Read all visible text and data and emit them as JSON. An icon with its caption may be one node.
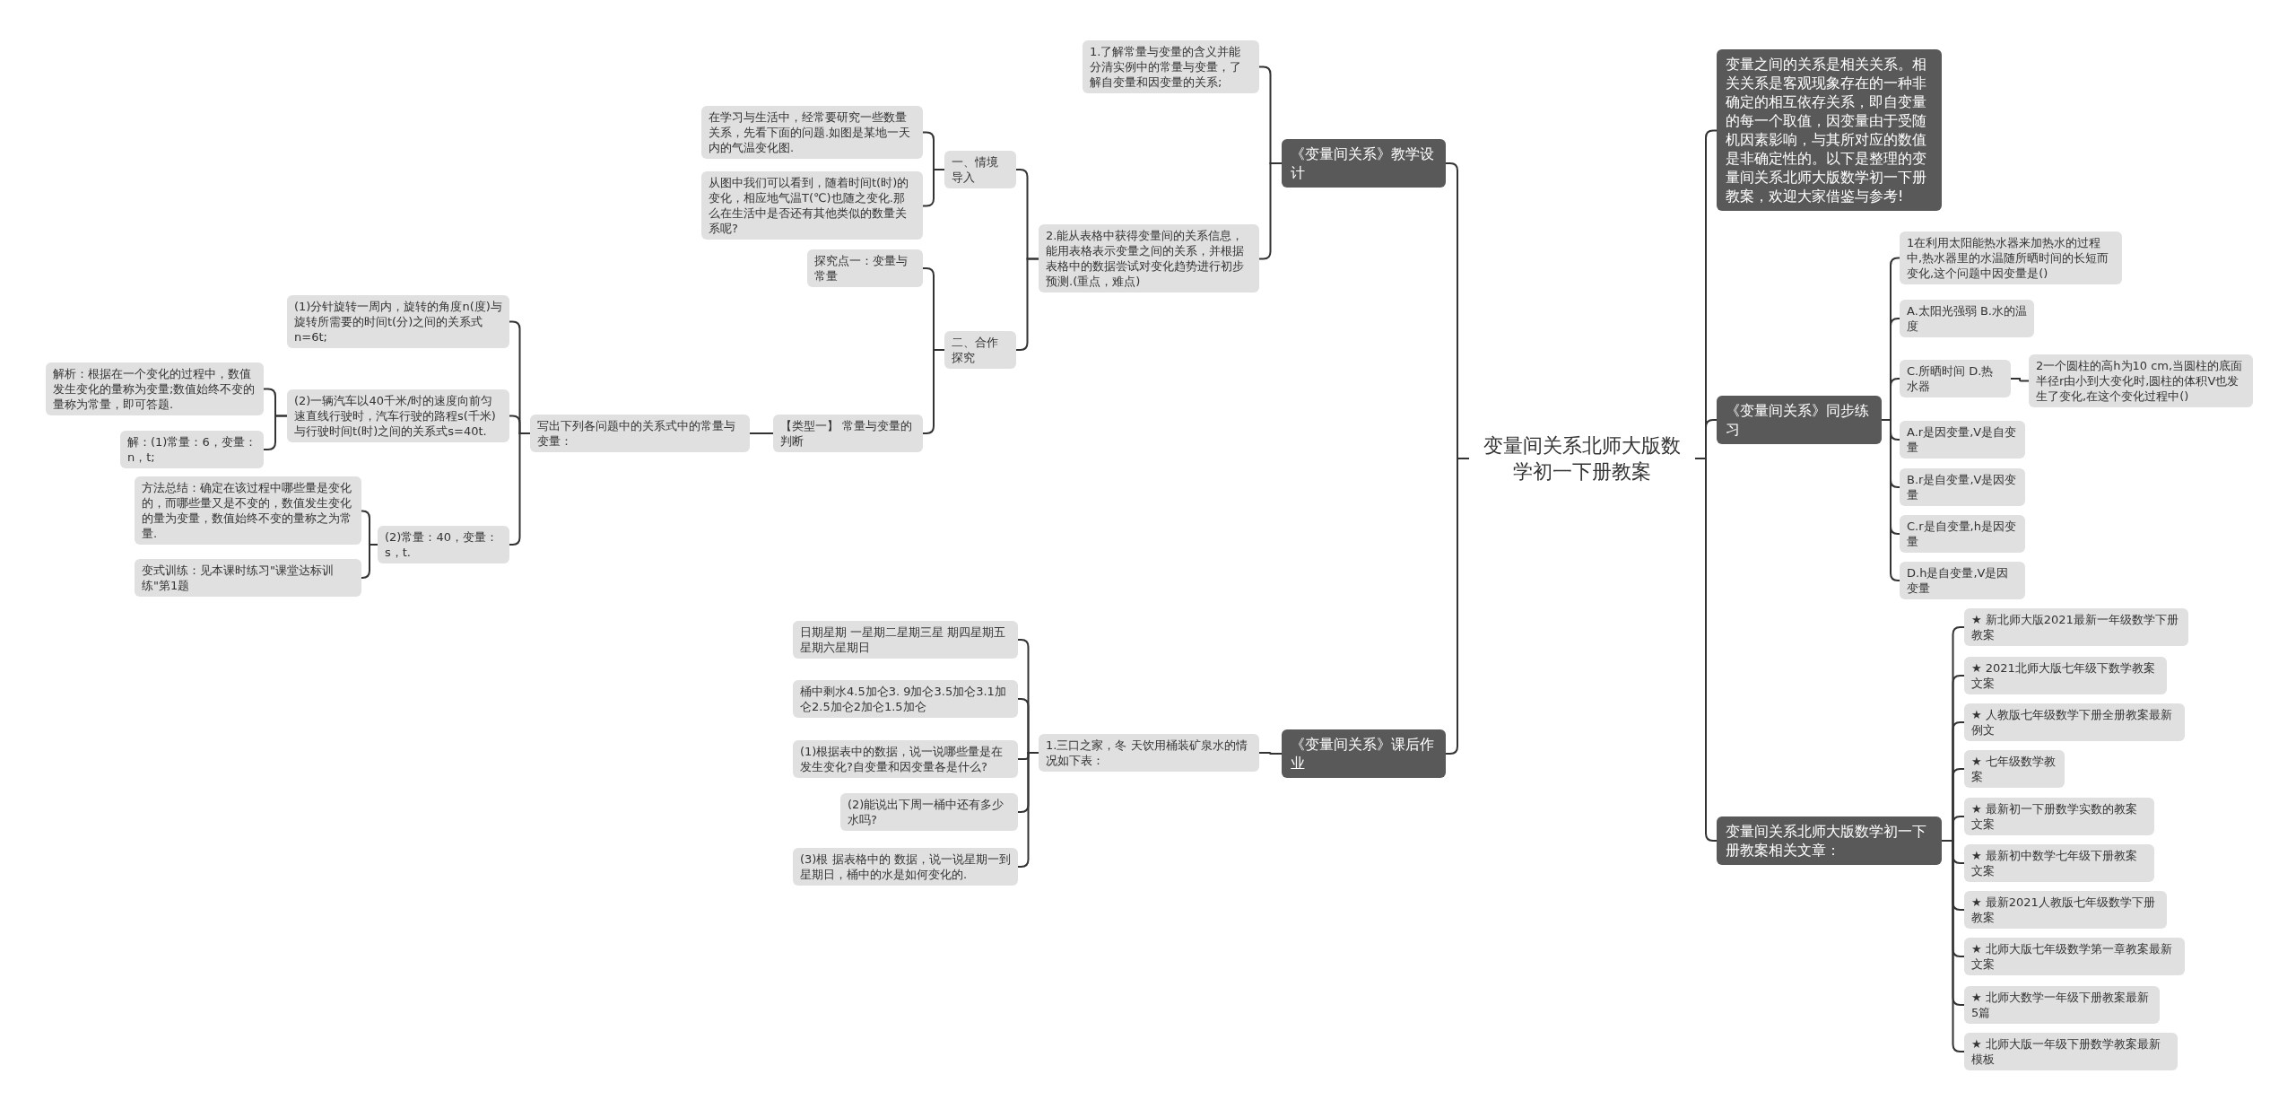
{
  "diagram": {
    "nodes": [
      {
        "text": [
          "变量间关系北师大版数学初一下册教案"
        ]
      },
      {
        "text": [
          "变量之间的关系是相关关系。相关关系是客观现象存在的一种非确定的相互依存关系，即自变量的每一个取值，因变量由于受随机因素影响，与其所对应的数值是非确定性的。以下是整理的变量间关系北师大版数学初一下册教案，欢迎大家借鉴与参考!"
        ]
      },
      {
        "text": [
          "《变量间关系》同步练习"
        ]
      },
      {
        "text": [
          "1在利用太阳能热水器来加热水的过程中,热水器里的水温随所晒时间的长短而变化,这个问题中因变量是()"
        ]
      },
      {
        "text": [
          "A.太阳光强弱 B.水的温度"
        ]
      },
      {
        "text": [
          "C.所晒时间 D.热水器"
        ]
      },
      {
        "text": [
          "2一个圆柱的高h为10 cm,当圆柱的底面半径r由小到大变化时,圆柱的体积V也发生了变化,在这个变化过程中()"
        ]
      },
      {
        "text": [
          "A.r是因变量,V是自变量"
        ]
      },
      {
        "text": [
          "B.r是自变量,V是因变量"
        ]
      },
      {
        "text": [
          "C.r是自变量,h是因变量"
        ]
      },
      {
        "text": [
          "D.h是自变量,V是因变量"
        ]
      },
      {
        "text": [
          "变量间关系北师大版数学初一下册教案相关文章："
        ]
      },
      {
        "text": [
          "★ 新北师大版2021最新一年级数学下册教案"
        ]
      },
      {
        "text": [
          "★ 2021北师大版七年级下数学教案文案"
        ]
      },
      {
        "text": [
          "★ 人教版七年级数学下册全册教案最新例文"
        ]
      },
      {
        "text": [
          "★ 七年级数学教案"
        ]
      },
      {
        "text": [
          "★ 最新初一下册数学实数的教案文案"
        ]
      },
      {
        "text": [
          "★ 最新初中数学七年级下册教案文案"
        ]
      },
      {
        "text": [
          "★ 最新2021人教版七年级数学下册教案"
        ]
      },
      {
        "text": [
          "★ 北师大版七年级数学第一章教案最新文案"
        ]
      },
      {
        "text": [
          "★ 北师大数学一年级下册教案最新5篇"
        ]
      },
      {
        "text": [
          "★ 北师大版一年级下册数学教案最新模板"
        ]
      },
      {
        "text": [
          "《变量间关系》教学设计"
        ]
      },
      {
        "text": [
          "1.了解常量与变量的含义并能分清实例中的常量与变量，了解自变量和因变量的关系;"
        ]
      },
      {
        "text": [
          "2.能从表格中获得变量间的关系信息，能用表格表示变量之间的关系，并根据表格中的数据尝试对变化趋势进行初步预测.(重点，难点)"
        ]
      },
      {
        "text": [
          "一、情境导入"
        ]
      },
      {
        "text": [
          "在学习与生活中，经常要研究一些数量关系，先看下面的问题.如图是某地一天内的气温变化图."
        ]
      },
      {
        "text": [
          "从图中我们可以看到，随着时间t(时)的变化，相应地气温T(℃)也随之变化.那么在生活中是否还有其他类似的数量关系呢?"
        ]
      },
      {
        "text": [
          "二、合作探究"
        ]
      },
      {
        "text": [
          "探究点一：变量与常量"
        ]
      },
      {
        "text": [
          "【类型一】 常量与变量的判断"
        ]
      },
      {
        "text": [
          "写出下列各问题中的关系式中的常量与变量："
        ]
      },
      {
        "text": [
          "(1)分针旋转一周内，旋转的角度n(度)与旋转所需要的时间t(分)之间的关系式n=6t;"
        ]
      },
      {
        "text": [
          "(2)一辆汽车以40千米/时的速度向前匀速直线行驶时，汽车行驶的路程s(千米)与行驶时间t(时)之间的关系式s=40t."
        ]
      },
      {
        "text": [
          "解析：根据在一个变化的过程中，数值发生变化的量称为变量;数值始终不变的量称为常量，即可答题."
        ]
      },
      {
        "text": [
          "解：(1)常量：6，变量：n，t;"
        ]
      },
      {
        "text": [
          "(2)常量：40，变量：s，t."
        ]
      },
      {
        "text": [
          "方法总结：确定在该过程中哪些量是变化的，而哪些量又是不变的，数值发生变化的量为变量，数值始终不变的量称之为常量."
        ]
      },
      {
        "text": [
          "变式训练：见本课时练习\"课堂达标训练\"第1题"
        ]
      },
      {
        "text": [
          "《变量间关系》课后作业"
        ]
      },
      {
        "text": [
          "1.三口之家，冬 天饮用桶装矿泉水的情况如下表："
        ]
      },
      {
        "text": [
          "日期星期 一星期二星期三星 期四星期五星期六星期日"
        ]
      },
      {
        "text": [
          "桶中剩水4.5加仑3. 9加仑3.5加仑3.1加仑2.5加仑2加仑1.5加仑"
        ]
      },
      {
        "text": [
          "(1)根据表中的数据，说一说哪些量是在发生变化?自变量和因变量各是什么?"
        ]
      },
      {
        "text": [
          "(2)能说出下周一桶中还有多少水吗?"
        ]
      },
      {
        "text": [
          "(3)根 据表格中的 数据，说一说星期一到星期日，桶中的水是如何变化的."
        ]
      }
    ],
    "edges": [
      {
        "from": 0,
        "to": 1,
        "arrow": "none"
      },
      {
        "from": 0,
        "to": 2,
        "arrow": "none"
      },
      {
        "from": 0,
        "to": 11,
        "arrow": "none"
      },
      {
        "from": 0,
        "to": 22,
        "arrow": "none"
      },
      {
        "from": 0,
        "to": 39,
        "arrow": "none"
      },
      {
        "from": 2,
        "to": 3,
        "arrow": "none"
      },
      {
        "from": 2,
        "to": 4,
        "arrow": "none"
      },
      {
        "from": 2,
        "to": 5,
        "arrow": "none"
      },
      {
        "from": 5,
        "to": 6,
        "arrow": "none"
      },
      {
        "from": 2,
        "to": 7,
        "arrow": "none"
      },
      {
        "from": 2,
        "to": 8,
        "arrow": "none"
      },
      {
        "from": 2,
        "to": 9,
        "arrow": "none"
      },
      {
        "from": 2,
        "to": 10,
        "arrow": "none"
      },
      {
        "from": 11,
        "to": 12,
        "arrow": "none"
      },
      {
        "from": 11,
        "to": 13,
        "arrow": "none"
      },
      {
        "from": 11,
        "to": 14,
        "arrow": "none"
      },
      {
        "from": 11,
        "to": 15,
        "arrow": "none"
      },
      {
        "from": 11,
        "to": 16,
        "arrow": "none"
      },
      {
        "from": 11,
        "to": 17,
        "arrow": "none"
      },
      {
        "from": 11,
        "to": 18,
        "arrow": "none"
      },
      {
        "from": 11,
        "to": 19,
        "arrow": "none"
      },
      {
        "from": 11,
        "to": 20,
        "arrow": "none"
      },
      {
        "from": 11,
        "to": 21,
        "arrow": "none"
      },
      {
        "from": 22,
        "to": 23,
        "arrow": "none"
      },
      {
        "from": 22,
        "to": 24,
        "arrow": "none"
      },
      {
        "from": 24,
        "to": 25,
        "arrow": "none"
      },
      {
        "from": 24,
        "to": 28,
        "arrow": "none"
      },
      {
        "from": 25,
        "to": 26,
        "arrow": "none"
      },
      {
        "from": 25,
        "to": 27,
        "arrow": "none"
      },
      {
        "from": 28,
        "to": 29,
        "arrow": "none"
      },
      {
        "from": 28,
        "to": 30,
        "arrow": "none"
      },
      {
        "from": 30,
        "to": 31,
        "arrow": "none"
      },
      {
        "from": 31,
        "to": 32,
        "arrow": "none"
      },
      {
        "from": 31,
        "to": 33,
        "arrow": "none"
      },
      {
        "from": 31,
        "to": 36,
        "arrow": "none"
      },
      {
        "from": 33,
        "to": 34,
        "arrow": "none"
      },
      {
        "from": 33,
        "to": 35,
        "arrow": "none"
      },
      {
        "from": 36,
        "to": 37,
        "arrow": "none"
      },
      {
        "from": 36,
        "to": 38,
        "arrow": "none"
      },
      {
        "from": 39,
        "to": 40,
        "arrow": "none"
      },
      {
        "from": 40,
        "to": 41,
        "arrow": "none"
      },
      {
        "from": 40,
        "to": 42,
        "arrow": "none"
      },
      {
        "from": 40,
        "to": 43,
        "arrow": "none"
      },
      {
        "from": 40,
        "to": 44,
        "arrow": "none"
      },
      {
        "from": 40,
        "to": 45,
        "arrow": "none"
      }
    ]
  }
}
